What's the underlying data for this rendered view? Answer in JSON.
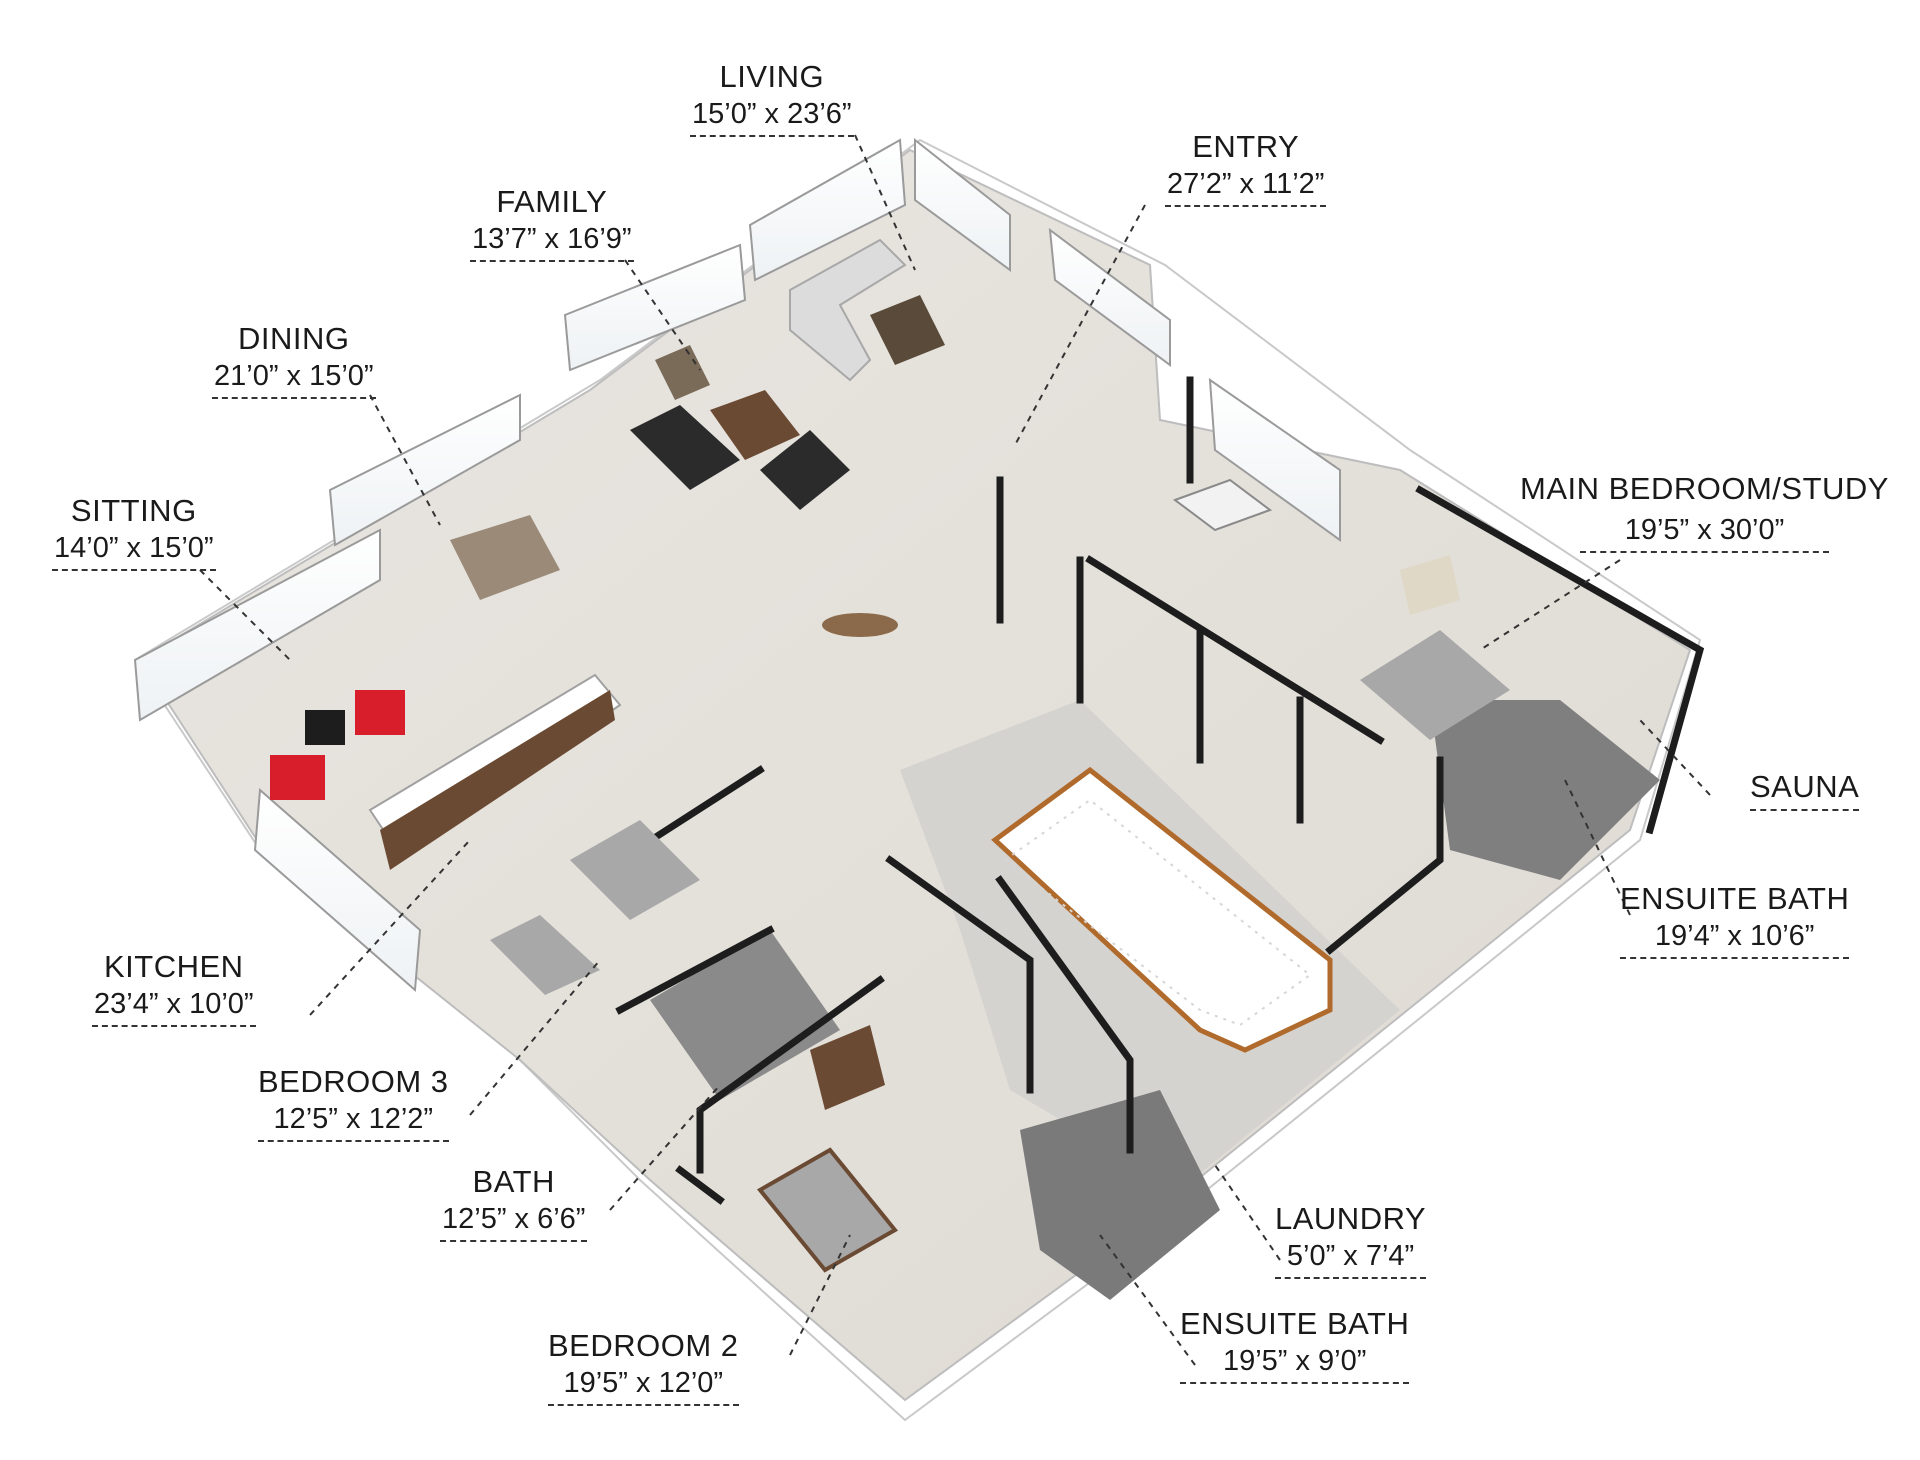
{
  "rooms": {
    "living": {
      "name": "LIVING",
      "dim": "15’0” x 23’6”"
    },
    "entry": {
      "name": "ENTRY",
      "dim": "27’2” x 11’2”"
    },
    "family": {
      "name": "FAMILY",
      "dim": "13’7” x 16’9”"
    },
    "dining": {
      "name": "DINING",
      "dim": "21’0” x 15’0”"
    },
    "sitting": {
      "name": "SITTING",
      "dim": "14’0” x 15’0”"
    },
    "main_bedroom": {
      "name": "MAIN BEDROOM/STUDY",
      "dim": "19’5” x 30’0”"
    },
    "sauna": {
      "name": "SAUNA",
      "dim": ""
    },
    "ensuite_bath_1": {
      "name": "ENSUITE BATH",
      "dim": "19’4” x 10’6”"
    },
    "kitchen": {
      "name": "KITCHEN",
      "dim": "23’4” x 10’0”"
    },
    "bedroom_3": {
      "name": "BEDROOM 3",
      "dim": "12’5” x 12’2”"
    },
    "bath": {
      "name": "BATH",
      "dim": "12’5” x 6’6”"
    },
    "laundry": {
      "name": "LAUNDRY",
      "dim": "5’0” x 7’4”"
    },
    "bedroom_2": {
      "name": "BEDROOM 2",
      "dim": "19’5” x 12’0”"
    },
    "ensuite_bath_2": {
      "name": "ENSUITE BATH",
      "dim": "19’5” x 9’0”"
    }
  },
  "colors": {
    "floor": "#e6e3dd",
    "wall_top": "#1d1d1d",
    "wall_face": "#f4f4f4",
    "wood": "#6b4a33",
    "accent_chair": "#d81e2a",
    "dark_sofa": "#2b2b2b",
    "tile": "#7d7d7d",
    "stair_rail": "#b06a2c"
  }
}
